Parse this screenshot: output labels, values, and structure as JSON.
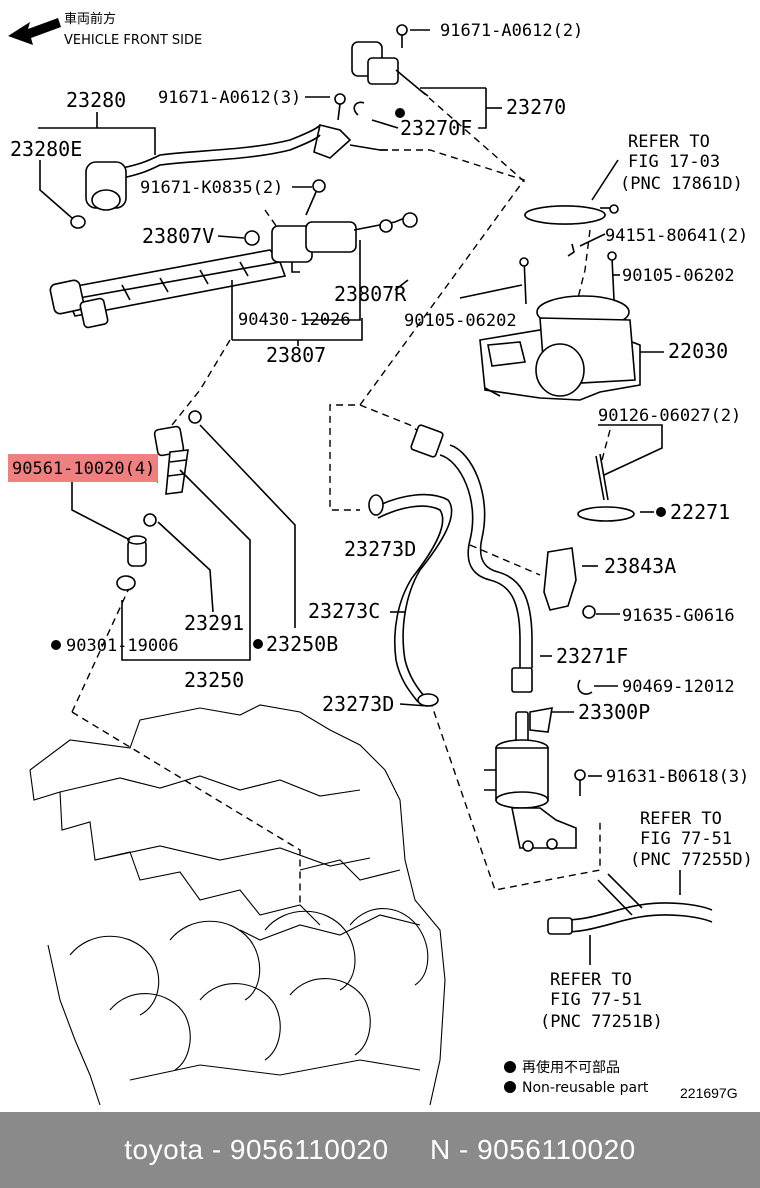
{
  "header": {
    "front_jp": "車両前方",
    "front_en": "VEHICLE FRONT SIDE"
  },
  "labels": {
    "l_91671_a0612_top": "91671-A0612(2)",
    "l_91671_a0612_3": "91671-A0612(3)",
    "l_23280": "23280",
    "l_23280e": "23280E",
    "l_23270": "23270",
    "l_23270f": "23270F",
    "l_91671_k0835": "91671-K0835(2)",
    "l_refer_1703_a": "REFER TO",
    "l_refer_1703_b": "FIG 17-03",
    "l_refer_1703_c": "(PNC 17861D)",
    "l_23807v": "23807V",
    "l_94151": "94151-80641(2)",
    "l_90105_right": "90105-06202",
    "l_23807r": "23807R",
    "l_90105_left": "90105-06202",
    "l_90430": "90430-12026",
    "l_22030": "22030",
    "l_23807": "23807",
    "l_90126": "90126-06027(2)",
    "l_90561": "90561-10020(4)",
    "l_22271": "22271",
    "l_23273d_top": "23273D",
    "l_23843a": "23843A",
    "l_23273c": "23273C",
    "l_91635": "91635-G0616",
    "l_23291": "23291",
    "l_90301": "90301-19006",
    "l_23250b": "23250B",
    "l_23271f": "23271F",
    "l_23250": "23250",
    "l_90469": "90469-12012",
    "l_23273d_bot": "23273D",
    "l_23300p": "23300P",
    "l_91631": "91631-B0618(3)",
    "l_refer_7751_a1": "REFER TO",
    "l_refer_7751_a2": "FIG 77-51",
    "l_refer_7751_a3": "(PNC 77255D)",
    "l_refer_7751_b1": "REFER TO",
    "l_refer_7751_b2": "FIG 77-51",
    "l_refer_7751_b3": "(PNC 77251B)"
  },
  "legend": {
    "jp": "再使用不可部品",
    "en": "Non-reusable part"
  },
  "diagram_code": "221697G",
  "highlight_color": "#f08080",
  "footer": {
    "text": "toyota - 9056110020     N - 9056110020"
  }
}
